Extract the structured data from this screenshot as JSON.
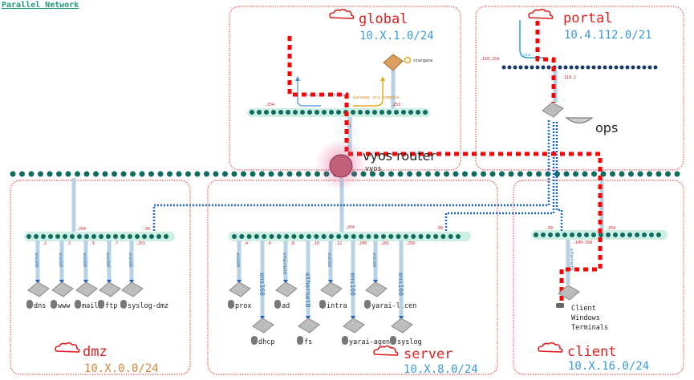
{
  "title": "Parallel Network",
  "colors": {
    "zone_border": "#e83030",
    "bus": "#0d6b60",
    "bus_halo": "#cdeee2",
    "portal_bus": "#1a3a6a",
    "red_path": "#ff0000",
    "blue_path": "#1e64c8",
    "link": "#b7d2e4"
  },
  "zones": {
    "global": {
      "name": "global",
      "subnet": "10.X.1.0/24"
    },
    "portal": {
      "name": "portal",
      "subnet": "10.4.112.0/21"
    },
    "dmz": {
      "name": "dmz",
      "subnet": "10.X.0.0/24"
    },
    "server": {
      "name": "server",
      "subnet": "10.X.8.0/24"
    },
    "client": {
      "name": "client",
      "subnet": "10.X.16.0/24"
    }
  },
  "router": {
    "name": "vyos router",
    "sub": "vyos"
  },
  "global": {
    "ip_254": ".254",
    "ip_253": ".253",
    "ip_1": ".1",
    "gw_internet": "Gateway to Internet",
    "gw_commpla": "Gateway via commpla",
    "stargate": "stargate"
  },
  "portal": {
    "ip_254": ".110.254",
    "ip_2": ".110.2",
    "via": "via ...",
    "ops": "ops"
  },
  "dmz": {
    "uplink_ip": ".254",
    "ip_99": ".99",
    "hosts": [
      {
        "name": "dns",
        "ip": ".2",
        "if": "ens160"
      },
      {
        "name": "www",
        "ip": ".3",
        "if": "ens160"
      },
      {
        "name": "mail",
        "ip": ".5",
        "if": "ens160"
      },
      {
        "name": "ftp",
        "ip": ".7",
        "if": "ens160"
      },
      {
        "name": "syslog-dmz",
        "ip": ".251",
        "if": "ens160"
      }
    ]
  },
  "server": {
    "uplink_ip": ".254",
    "ip_99": ".99",
    "hosts": [
      {
        "name": "prox",
        "ip": ".4",
        "if": "ens160"
      },
      {
        "name": "dhcp",
        "ip": ".6",
        "if": "ens160"
      },
      {
        "name": "ad",
        "ip": ".8",
        "if": "ethernet0"
      },
      {
        "name": "fs",
        "ip": ".10",
        "if": "ethernet0"
      },
      {
        "name": "intra",
        "ip": ".12",
        "if": "ens160"
      },
      {
        "name": "yarai-agent",
        "ip": ".200",
        "if": "ens160"
      },
      {
        "name": "yarai-licen",
        "ip": ".201",
        "if": "ens160"
      },
      {
        "name": "syslog",
        "ip": ".250",
        "if": "ens160"
      }
    ]
  },
  "client": {
    "ip_99": ".99",
    "ip_254": ".254",
    "ip_range": ".100-199",
    "if": "ethernet0",
    "terminals": [
      "Client",
      "Windows",
      "Terminals"
    ]
  }
}
